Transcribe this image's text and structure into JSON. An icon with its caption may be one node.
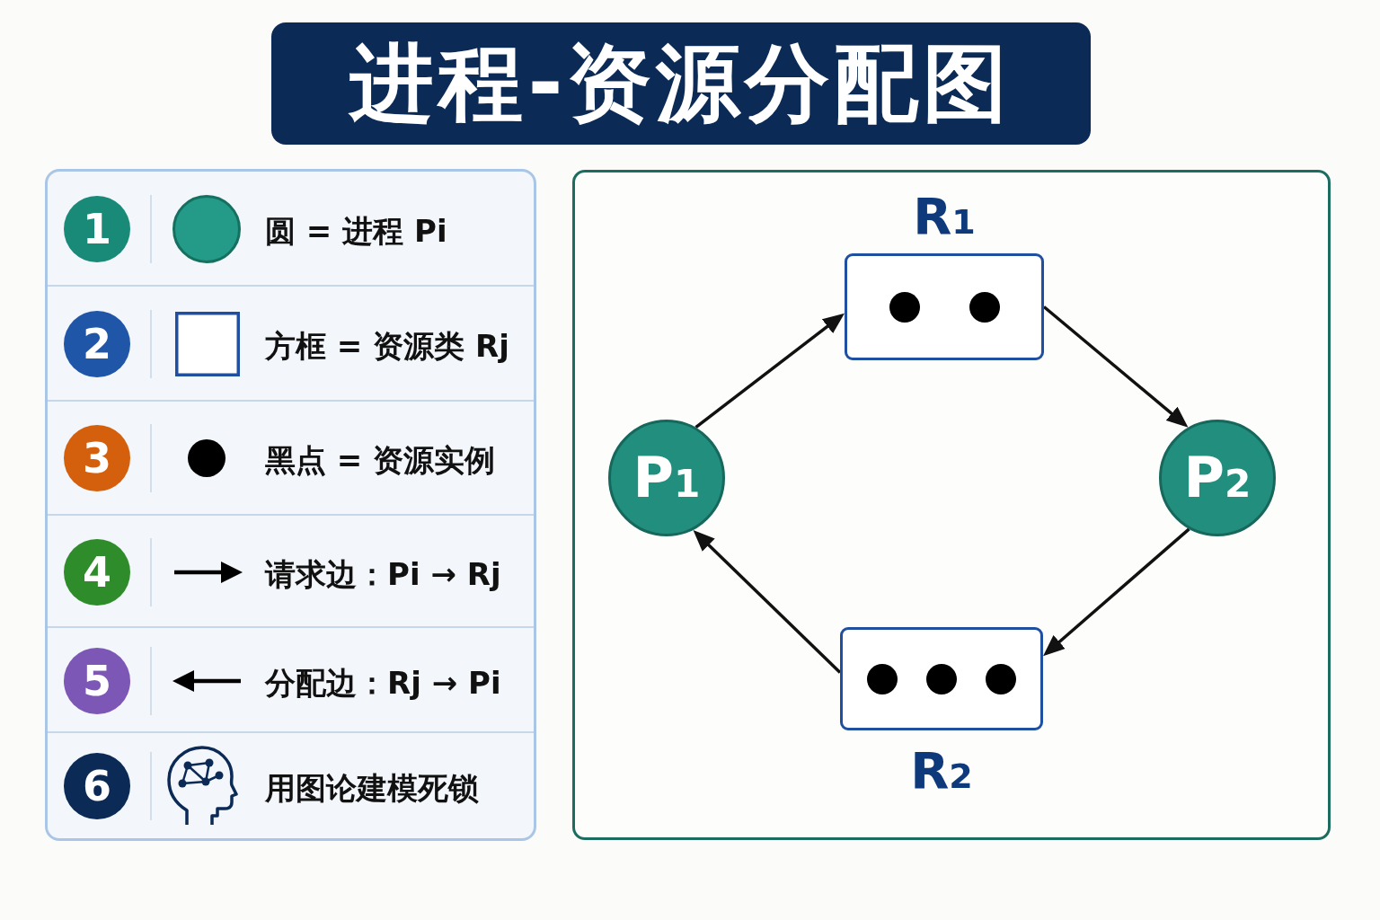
{
  "diagram": {
    "title": "进程-资源分配图",
    "nodes": [
      {
        "text": [
          "R$_{1}$"
        ]
      },
      {
        "text": [],
        "shape": "circle",
        "in": 0
      },
      {
        "text": [],
        "shape": "circle",
        "in": 0
      },
      {
        "text": [
          "P$_{1}$"
        ]
      },
      {
        "text": [
          "P$_{2}$"
        ]
      },
      {
        "text": [
          "R$_{2}$"
        ]
      },
      {
        "text": [],
        "shape": "circle",
        "in": 5
      },
      {
        "text": [],
        "shape": "circle",
        "in": 5
      },
      {
        "text": [],
        "shape": "circle",
        "in": 5
      }
    ],
    "edges": [
      {
        "from": 3,
        "to": 0,
        "arrow": "to"
      },
      {
        "from": 0,
        "to": 4,
        "arrow": "to"
      },
      {
        "from": 4,
        "to": 5,
        "arrow": "to"
      },
      {
        "from": 5,
        "to": 3,
        "arrow": "to"
      }
    ],
    "labels": [
      "1",
      "2",
      "3",
      "4",
      "5",
      "6"
    ],
    "legend": [
      {
        "text": "圆 = 进程 Pi"
      },
      {
        "text": "方框 = 资源类 Rj"
      },
      {
        "text": "黑点 = 资源实例"
      },
      {
        "text": "请求边：Pi → Rj"
      },
      {
        "text": "分配边：Rj → Pi"
      },
      {
        "text": "用图论建模死锁"
      }
    ]
  }
}
